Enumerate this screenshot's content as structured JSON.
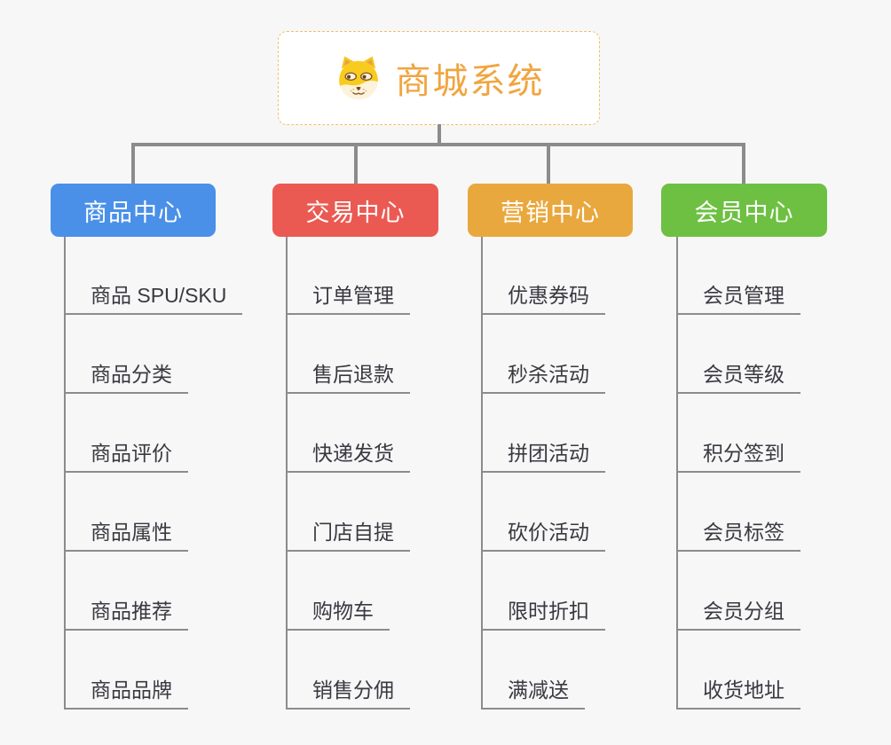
{
  "canvas": {
    "background": "#f7f7f8",
    "connector_color": "#8c8c8c"
  },
  "root": {
    "title": "商城系统",
    "title_color": "#f0a540",
    "border_color": "#f0c06a",
    "icon": "doge-dog-face"
  },
  "branches": [
    {
      "label": "商品中心",
      "color": "#4a90e8",
      "children": [
        "商品 SPU/SKU",
        "商品分类",
        "商品评价",
        "商品属性",
        "商品推荐",
        "商品品牌"
      ]
    },
    {
      "label": "交易中心",
      "color": "#ea5a52",
      "children": [
        "订单管理",
        "售后退款",
        "快递发货",
        "门店自提",
        "购物车",
        "销售分佣"
      ]
    },
    {
      "label": "营销中心",
      "color": "#e9a83d",
      "children": [
        "优惠券码",
        "秒杀活动",
        "拼团活动",
        "砍价活动",
        "限时折扣",
        "满减送"
      ]
    },
    {
      "label": "会员中心",
      "color": "#6ec042",
      "children": [
        "会员管理",
        "会员等级",
        "积分签到",
        "会员标签",
        "会员分组",
        "收货地址"
      ]
    }
  ]
}
